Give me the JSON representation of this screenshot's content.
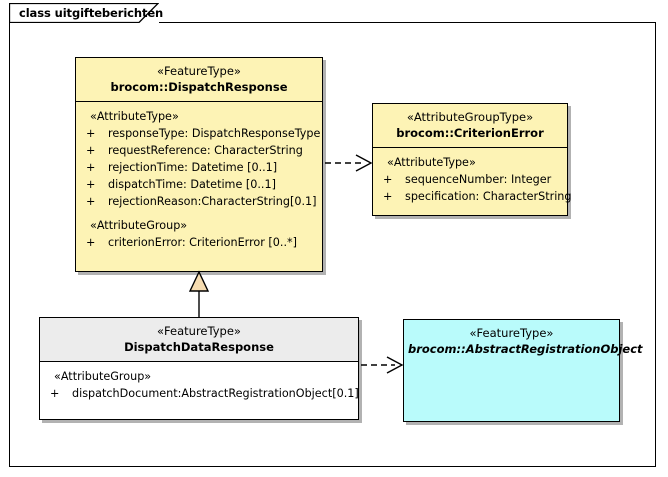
{
  "diagram": {
    "frame_label": "class uitgifteberichten",
    "background_color": "#ffffff",
    "border_color": "#000000"
  },
  "classes": {
    "dispatch_response": {
      "stereotype": "«FeatureType»",
      "name": "brocom::DispatchResponse",
      "fill_color": "#fdf3b5",
      "compartments": [
        {
          "group_label": "«AttributeType»",
          "attributes": [
            {
              "visibility": "+",
              "text": "responseType: DispatchResponseType"
            },
            {
              "visibility": "+",
              "text": "requestReference: CharacterString"
            },
            {
              "visibility": "+",
              "text": "rejectionTime: Datetime [0..1]"
            },
            {
              "visibility": "+",
              "text": "dispatchTime: Datetime [0..1]"
            },
            {
              "visibility": "+",
              "text": "rejectionReason:CharacterString[0.1]"
            }
          ]
        },
        {
          "group_label": "«AttributeGroup»",
          "attributes": [
            {
              "visibility": "+",
              "text": "criterionError: CriterionError [0..*]"
            }
          ]
        }
      ]
    },
    "criterion_error": {
      "stereotype": "«AttributeGroupType»",
      "name": "brocom::CriterionError",
      "fill_color": "#fdf3b5",
      "compartments": [
        {
          "group_label": "«AttributeType»",
          "attributes": [
            {
              "visibility": "+",
              "text": "sequenceNumber: Integer"
            },
            {
              "visibility": "+",
              "text": "specification: CharacterString"
            }
          ]
        }
      ]
    },
    "dispatch_data_response": {
      "stereotype": "«FeatureType»",
      "name": "DispatchDataResponse",
      "fill_color": "#ffffff",
      "header_color": "#ececec",
      "compartments": [
        {
          "group_label": "«AttributeGroup»",
          "attributes": [
            {
              "visibility": "+",
              "text": "dispatchDocument:AbstractRegistrationObject[0.1]"
            }
          ]
        }
      ]
    },
    "abstract_registration_object": {
      "stereotype": "«FeatureType»",
      "name": "brocom::AbstractRegistrationObject",
      "fill_color": "#b9fbfb",
      "abstract": true,
      "compartments": []
    }
  },
  "connectors": [
    {
      "id": "dep-dispatch-response-to-criterion-error",
      "type": "dependency",
      "style": "dashed-open-arrow",
      "from": "dispatch_response",
      "to": "criterion_error"
    },
    {
      "id": "gen-dispatch-data-response-to-dispatch-response",
      "type": "generalization",
      "style": "solid-hollow-triangle",
      "from": "dispatch_data_response",
      "to": "dispatch_response",
      "arrow_fill": "#f6dcb0"
    },
    {
      "id": "dep-dispatch-data-response-to-abstract-registration-object",
      "type": "dependency",
      "style": "dashed-open-arrow",
      "from": "dispatch_data_response",
      "to": "abstract_registration_object"
    }
  ]
}
